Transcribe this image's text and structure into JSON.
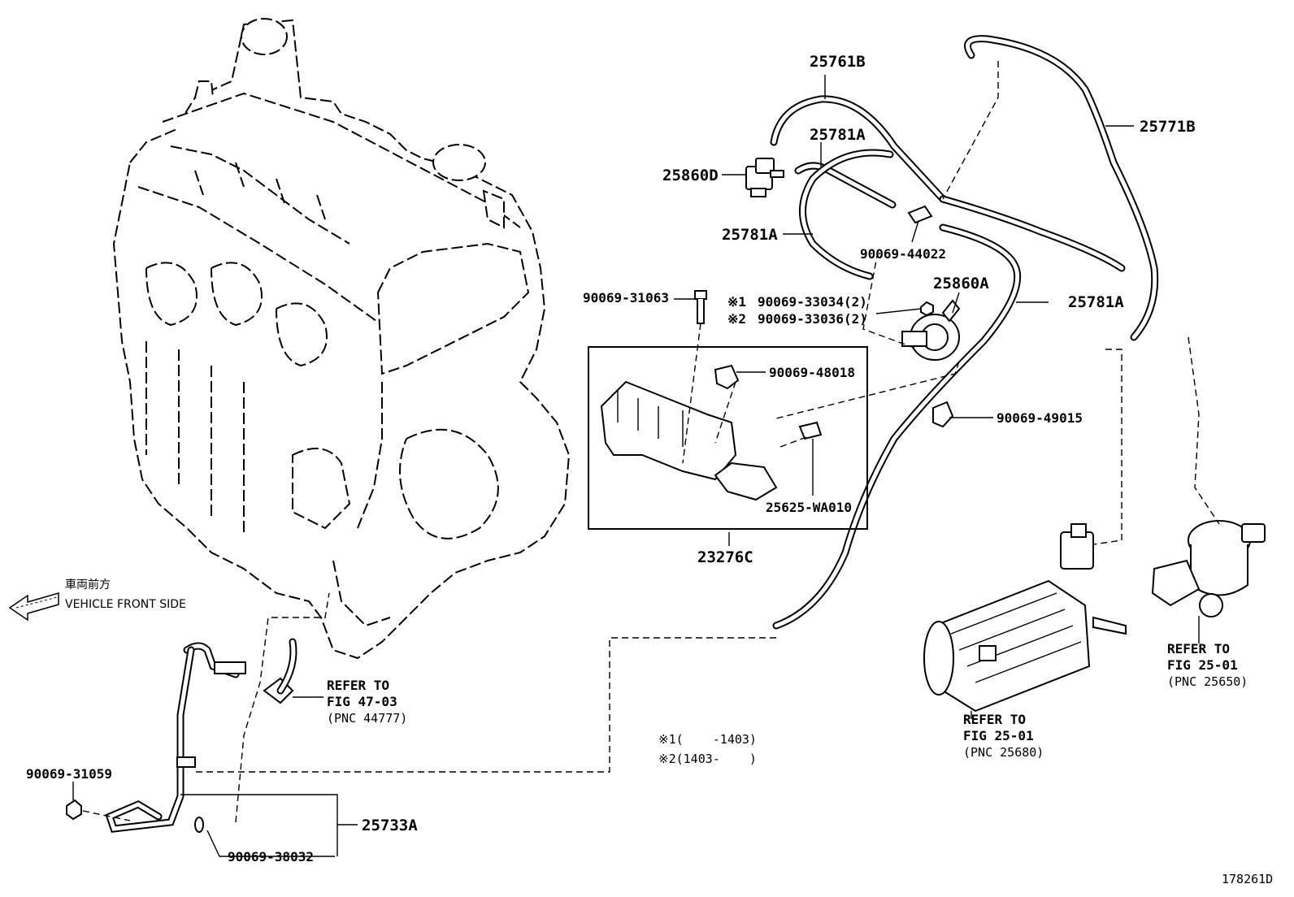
{
  "diagram_id": "178261D",
  "vehicle_front": {
    "label_jp": "車両前方",
    "label_en": "VEHICLE FRONT SIDE"
  },
  "parts": {
    "p25761B": "25761B",
    "p25771B": "25771B",
    "p25781A_top": "25781A",
    "p25860D": "25860D",
    "p25781A_left": "25781A",
    "p90069_44022": "90069-44022",
    "p25860A": "25860A",
    "p25781A_right": "25781A",
    "p90069_31063": "90069-31063",
    "p90069_33034": "90069-33034(2)",
    "p90069_33036": "90069-33036(2)",
    "mark1": "※1",
    "mark2": "※2",
    "p90069_48018": "90069-48018",
    "p90069_49015": "90069-49015",
    "p25625_WA010": "25625-WA010",
    "p23276C": "23276C",
    "p90069_31059": "90069-31059",
    "p25733A": "25733A",
    "p90069_38032": "90069-38032"
  },
  "refer_notes": [
    {
      "line1": "REFER TO",
      "line2": "FIG 47-03",
      "line3": "(PNC 44777)"
    },
    {
      "line1": "REFER TO",
      "line2": "FIG 25-01",
      "line3": "(PNC 25680)"
    },
    {
      "line1": "REFER TO",
      "line2": "FIG 25-01",
      "line3": "(PNC 25650)"
    }
  ],
  "legend": {
    "row1": "※1(    -1403)",
    "row2": "※2(1403-    )"
  }
}
